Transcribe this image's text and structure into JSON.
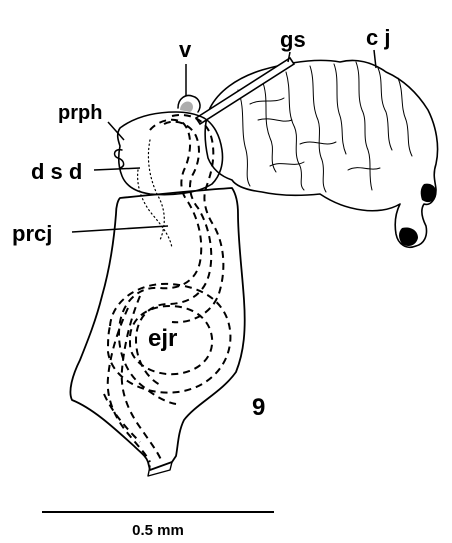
{
  "figure": {
    "number": "9",
    "labels": {
      "gs": "gs",
      "cj": "c j",
      "v": "v",
      "prph": "prph",
      "dsd": "d s d",
      "prcj": "prcj",
      "ejr": "ejr"
    },
    "scale_bar": {
      "label": "0.5 mm"
    }
  },
  "colors": {
    "ink": "#000000",
    "background": "#ffffff"
  }
}
